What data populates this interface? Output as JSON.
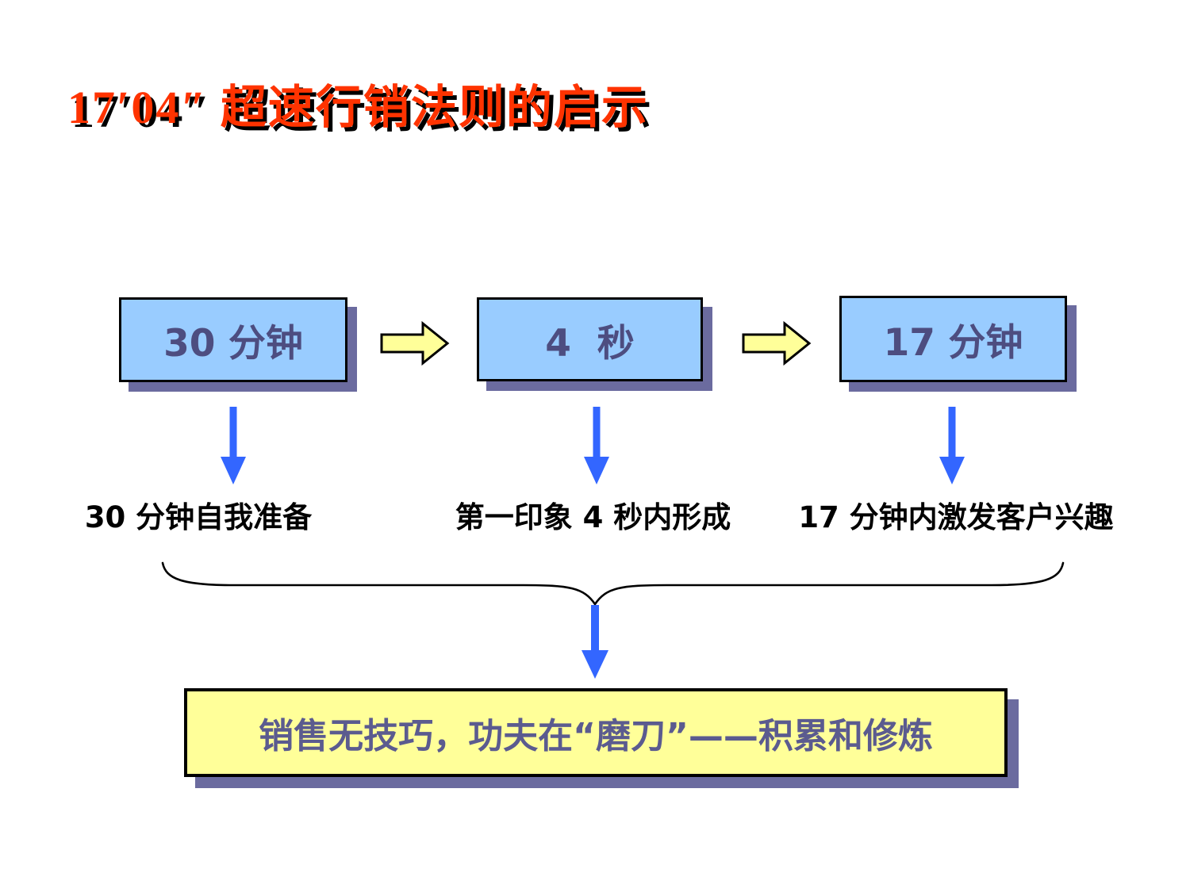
{
  "slide": {
    "title": "17′04″ 超速行销法则的启示",
    "flow": {
      "steps": [
        {
          "box_label": "30 分钟",
          "caption": "30 分钟自我准备"
        },
        {
          "box_label": "4  秒",
          "caption": "第一印象 4 秒内形成"
        },
        {
          "box_label": "17 分钟",
          "caption": "17 分钟内激发客户兴趣"
        }
      ]
    },
    "conclusion": "销售无技巧，功夫在“磨刀”——积累和修炼",
    "colors": {
      "title_red": "#FF3300",
      "title_shadow": "#000000",
      "box_fill_blue": "#99CCFF",
      "box_border": "#000000",
      "box_shadow_slate": "#6B6B9F",
      "box_text": "#4D4D80",
      "arrow_yellow_fill": "#FFFF99",
      "arrow_blue": "#3366FF",
      "caption_text": "#000000",
      "conclusion_fill": "#FFFF99",
      "conclusion_text": "#5B5B8F",
      "background": "#FFFFFF"
    }
  }
}
